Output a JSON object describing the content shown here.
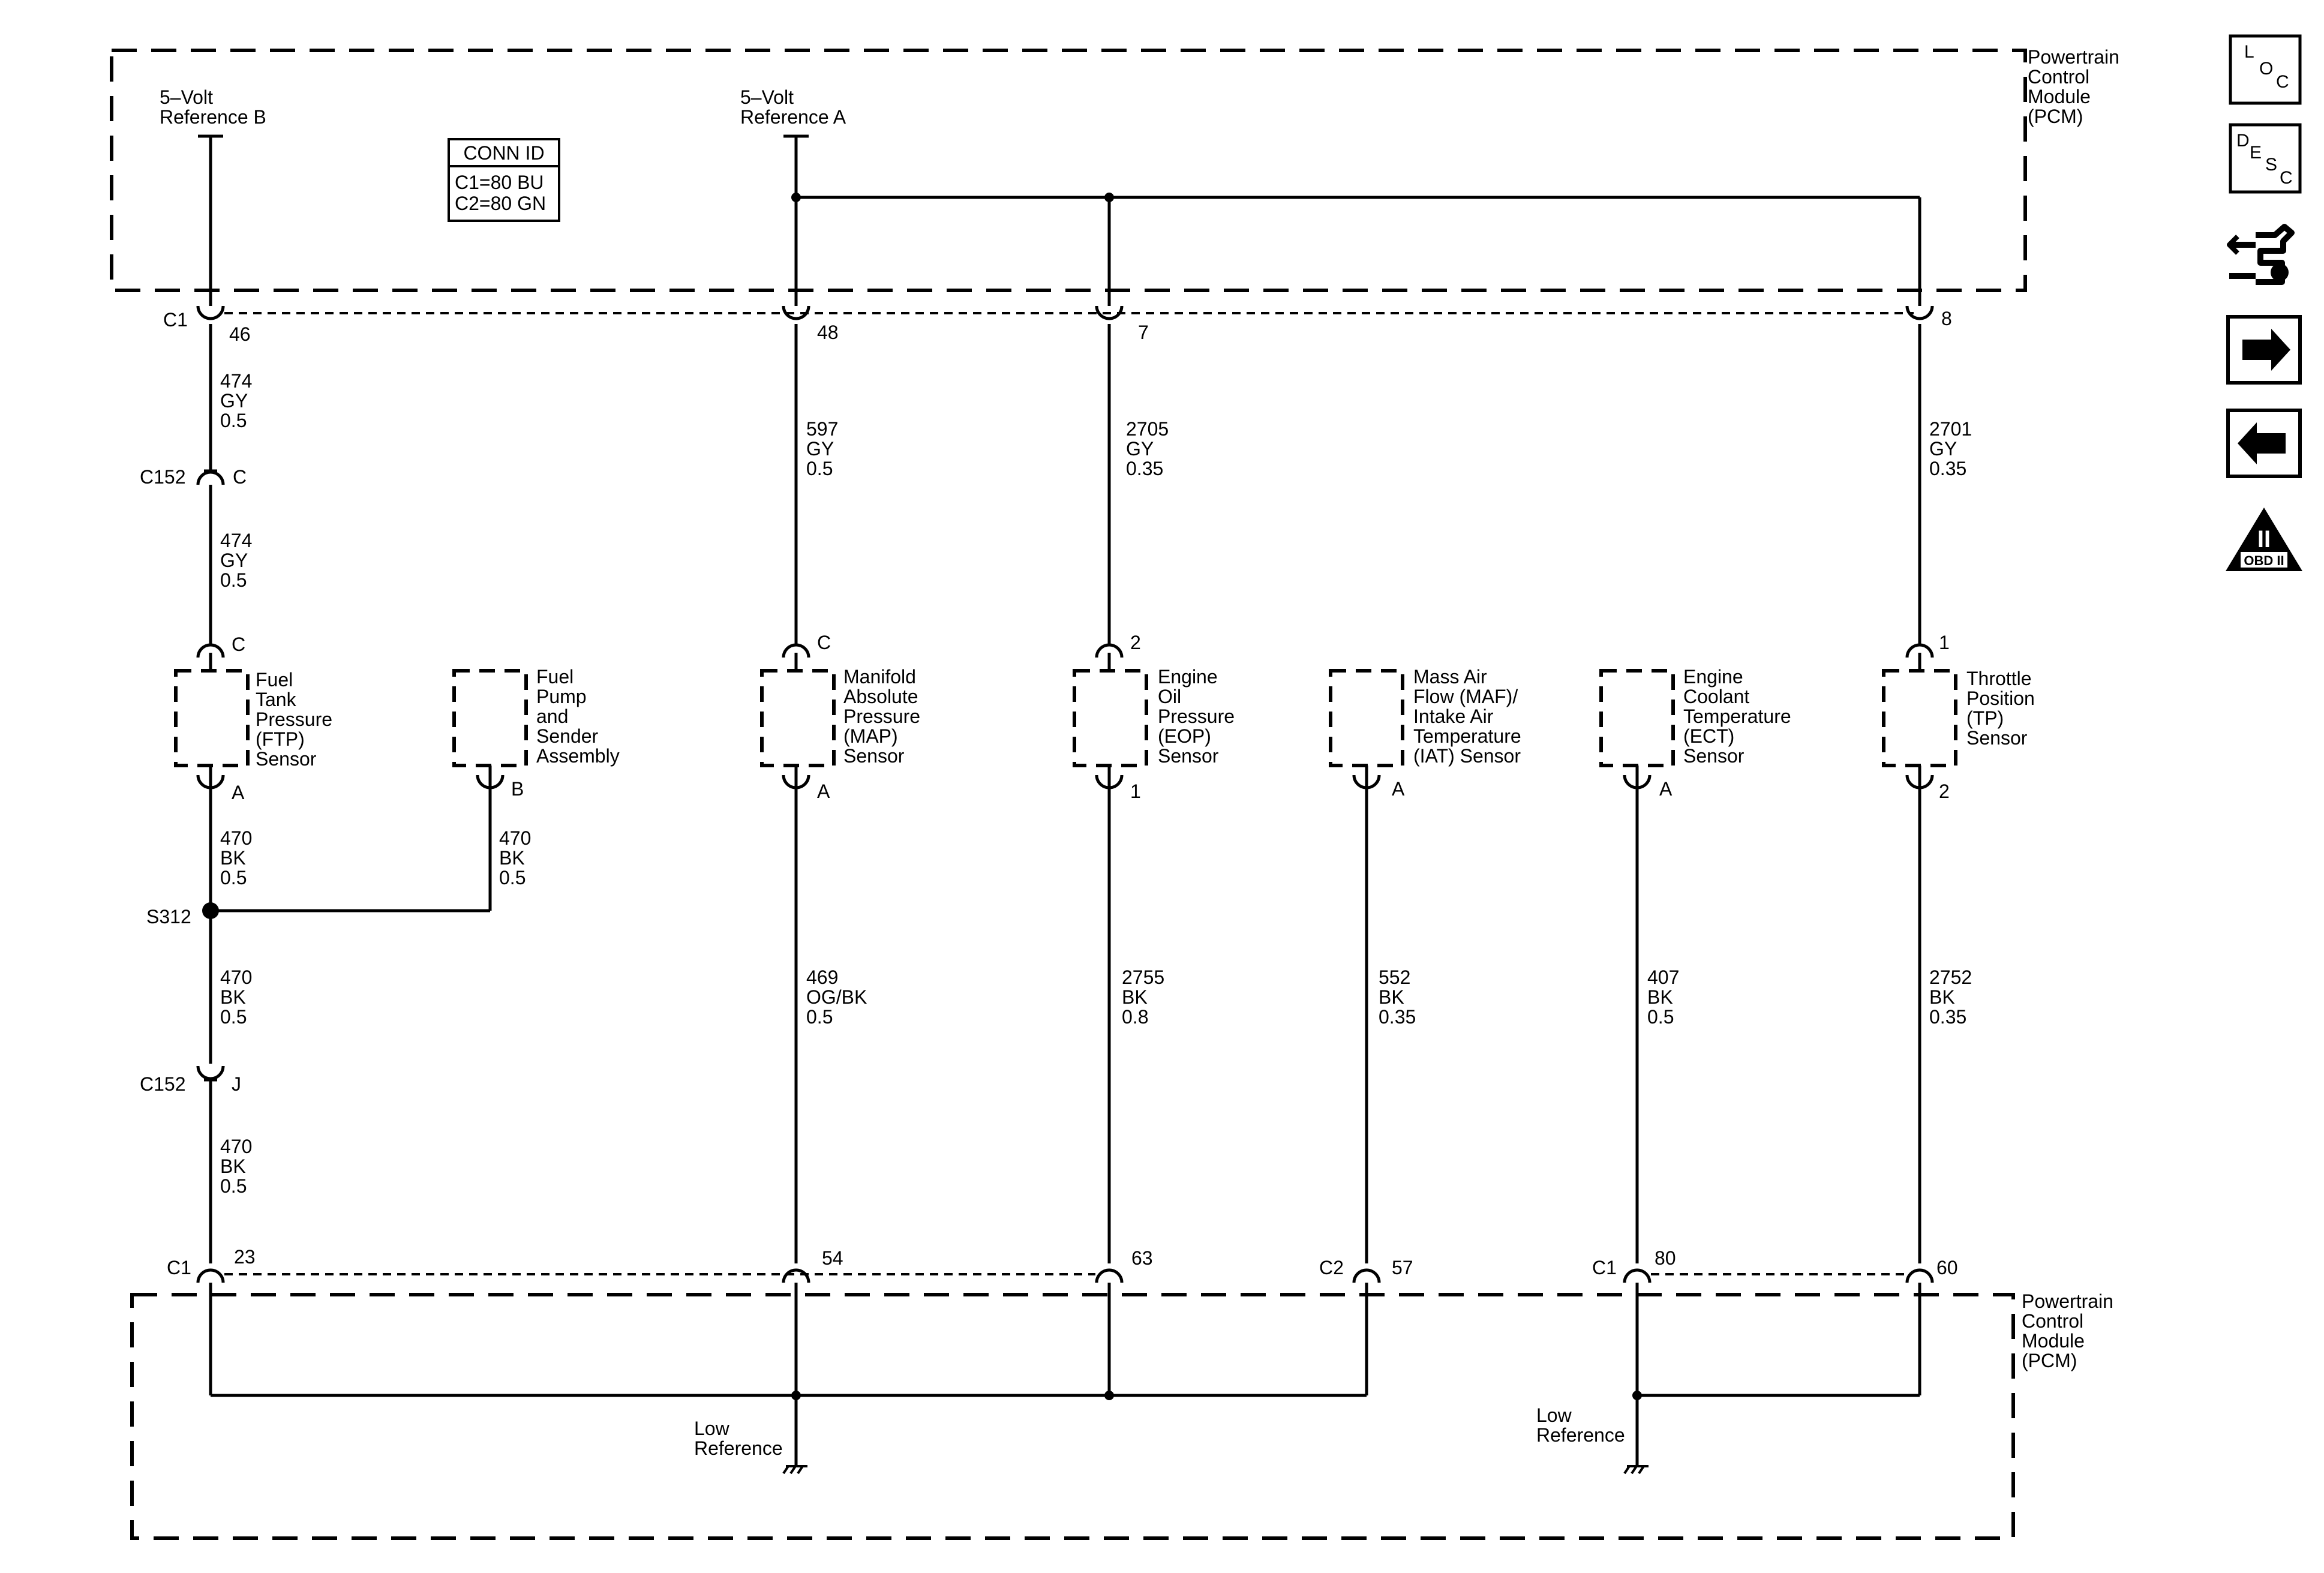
{
  "pcm_label": [
    "Powertrain",
    "Control",
    "Module",
    "(PCM)"
  ],
  "refs": {
    "b": [
      "5–Volt",
      "Reference B"
    ],
    "a": [
      "5–Volt",
      "Reference A"
    ]
  },
  "conn_id": {
    "title": "CONN ID",
    "c1": "C1=80 BU",
    "c2": "C2=80 GN"
  },
  "top_pins": {
    "conn": "C1",
    "p1": "46",
    "p2": "48",
    "p3": "7",
    "p4": "8"
  },
  "wires": {
    "ftp_ref_1": [
      "474",
      "GY",
      "0.5"
    ],
    "ftp_ref_2": [
      "474",
      "GY",
      "0.5"
    ],
    "map_ref": [
      "597",
      "GY",
      "0.5"
    ],
    "eop_ref": [
      "2705",
      "GY",
      "0.35"
    ],
    "tp_ref": [
      "2701",
      "GY",
      "0.35"
    ],
    "ftp_low": [
      "470",
      "BK",
      "0.5"
    ],
    "fuel_pump_low": [
      "470",
      "BK",
      "0.5"
    ],
    "splice_low": [
      "470",
      "BK",
      "0.5"
    ],
    "pcm_low": [
      "470",
      "BK",
      "0.5"
    ],
    "map_low": [
      "469",
      "OG/BK",
      "0.5"
    ],
    "eop_low": [
      "2755",
      "BK",
      "0.8"
    ],
    "maf_low": [
      "552",
      "BK",
      "0.35"
    ],
    "ect_low": [
      "407",
      "BK",
      "0.5"
    ],
    "tp_low": [
      "2752",
      "BK",
      "0.35"
    ]
  },
  "inline": {
    "c152_top": {
      "conn": "C152",
      "pin": "C"
    },
    "c152_bottom": {
      "conn": "C152",
      "pin": "J"
    },
    "splice": "S312"
  },
  "sensors": {
    "ftp": {
      "name": [
        "Fuel",
        "Tank",
        "Pressure",
        "(FTP)",
        "Sensor"
      ],
      "top_pin": "C",
      "bottom_pin": "A"
    },
    "fuel_pump": {
      "name": [
        "Fuel",
        "Pump",
        "and",
        "Sender",
        "Assembly"
      ],
      "bottom_pin": "B"
    },
    "map": {
      "name": [
        "Manifold",
        "Absolute",
        "Pressure",
        "(MAP)",
        "Sensor"
      ],
      "top_pin": "C",
      "bottom_pin": "A"
    },
    "eop": {
      "name": [
        "Engine",
        "Oil",
        "Pressure",
        "(EOP)",
        "Sensor"
      ],
      "top_pin": "2",
      "bottom_pin": "1"
    },
    "maf": {
      "name": [
        "Mass Air",
        "Flow (MAF)/",
        "Intake Air",
        "Temperature",
        "(IAT) Sensor"
      ],
      "bottom_pin": "A"
    },
    "ect": {
      "name": [
        "Engine",
        "Coolant",
        "Temperature",
        "(ECT)",
        "Sensor"
      ],
      "bottom_pin": "A"
    },
    "tp": {
      "name": [
        "Throttle",
        "Position",
        "(TP)",
        "Sensor"
      ],
      "top_pin": "1",
      "bottom_pin": "2"
    }
  },
  "bottom_pins": {
    "conn_c1": "C1",
    "p1": "23",
    "p2": "54",
    "p3": "63",
    "conn_c2": "C2",
    "p4": "57",
    "conn_c1b": "C1",
    "p5": "80",
    "p6": "60"
  },
  "low_ref": [
    "Low",
    "Reference"
  ],
  "nav": {
    "loc": [
      "L",
      "O",
      "C"
    ],
    "desc": [
      "D",
      "E",
      "S",
      "C"
    ],
    "obd": {
      "numeral": "II",
      "text": "OBD II"
    },
    "icons": [
      "location-icon",
      "description-icon",
      "connector-tool-icon",
      "next-arrow-icon",
      "previous-arrow-icon",
      "obd-ii-icon"
    ]
  },
  "colors": {
    "line": "#000000",
    "background": "#ffffff"
  }
}
